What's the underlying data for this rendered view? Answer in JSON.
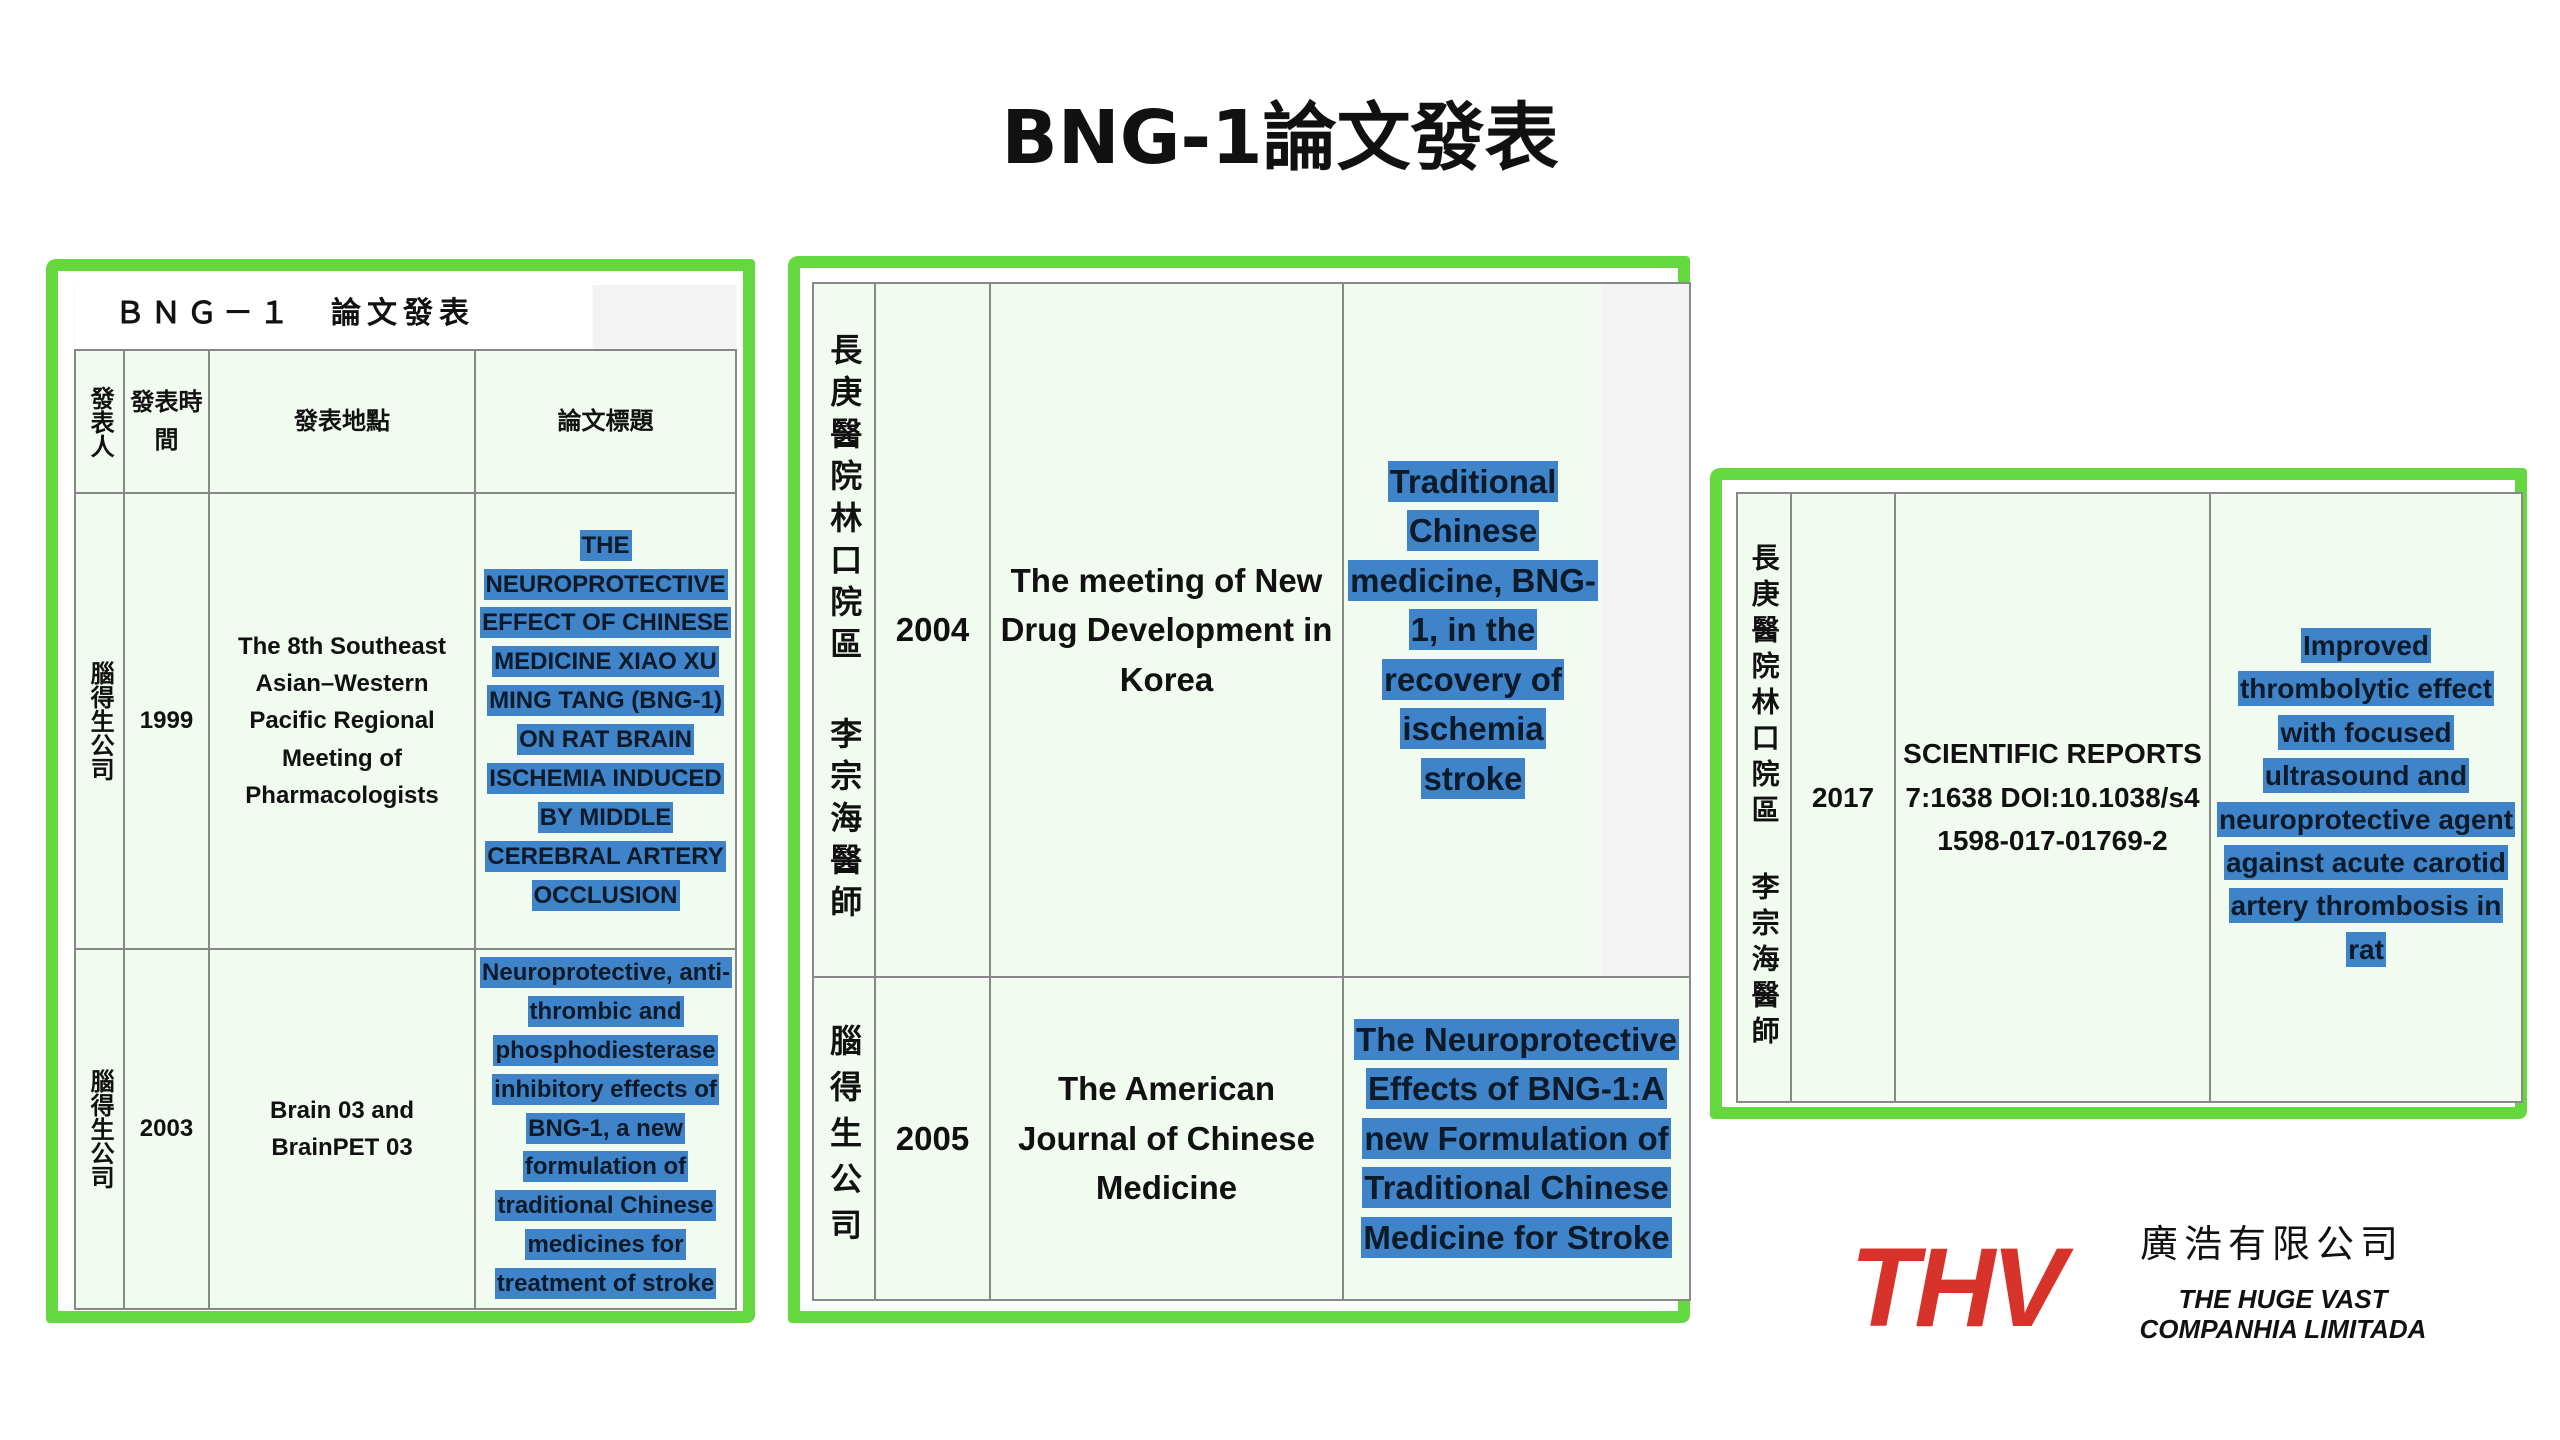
{
  "title": "BNG-1論文發表",
  "panel1": {
    "caption": "ＢＮＧ－１　論文發表",
    "headers": [
      "發表人",
      "發表時間",
      "發表地點",
      "論文標題"
    ],
    "rows": [
      {
        "author": "腦得生公司",
        "year": "1999",
        "venue": "The 8th Southeast Asian–Western Pacific Regional Meeting of Pharmacologists",
        "paper": "THE NEUROPROTECTIVE EFFECT OF CHINESE MEDICINE XIAO XU MING TANG (BNG-1) ON RAT BRAIN ISCHEMIA INDUCED BY MIDDLE CEREBRAL ARTERY OCCLUSION"
      },
      {
        "author": "腦得生公司",
        "year": "2003",
        "venue": "Brain 03 and BrainPET 03",
        "paper": "Neuroprotective, anti-thrombic and phosphodiesterase inhibitory effects of BNG-1, a new formulation of traditional Chinese medicines for treatment of stroke"
      }
    ]
  },
  "panel2": {
    "rows": [
      {
        "author": "長庚醫院林口院區 李宗海醫師",
        "year": "2004",
        "venue": "The meeting of New Drug Development in Korea",
        "paper": "Traditional Chinese medicine, BNG-1, in the recovery of ischemia stroke"
      },
      {
        "author": "腦得生公司",
        "year": "2005",
        "venue": "The American Journal of Chinese Medicine",
        "paper": "The Neuroprotective Effects of BNG-1:A new Formulation of Traditional Chinese Medicine for Stroke"
      }
    ]
  },
  "panel3": {
    "rows": [
      {
        "author": "長庚醫院林口院區 李宗海醫師",
        "year": "2017",
        "venue": "SCIENTIFIC REPORTS 7:1638 DOI:10.1038/s41598-017-01769-2",
        "paper": "Improved thrombolytic effect with focused ultrasound and neuroprotective agent against acute carotid artery thrombosis in rat"
      }
    ]
  },
  "logo": {
    "mark": "THV",
    "chinese": "廣浩有限公司",
    "english_line1": "THE HUGE VAST",
    "english_line2": "COMPANHIA LIMITADA"
  },
  "colors": {
    "border": "#63d93f",
    "highlight": "#3f83c8",
    "logo_red": "#d8332a"
  }
}
